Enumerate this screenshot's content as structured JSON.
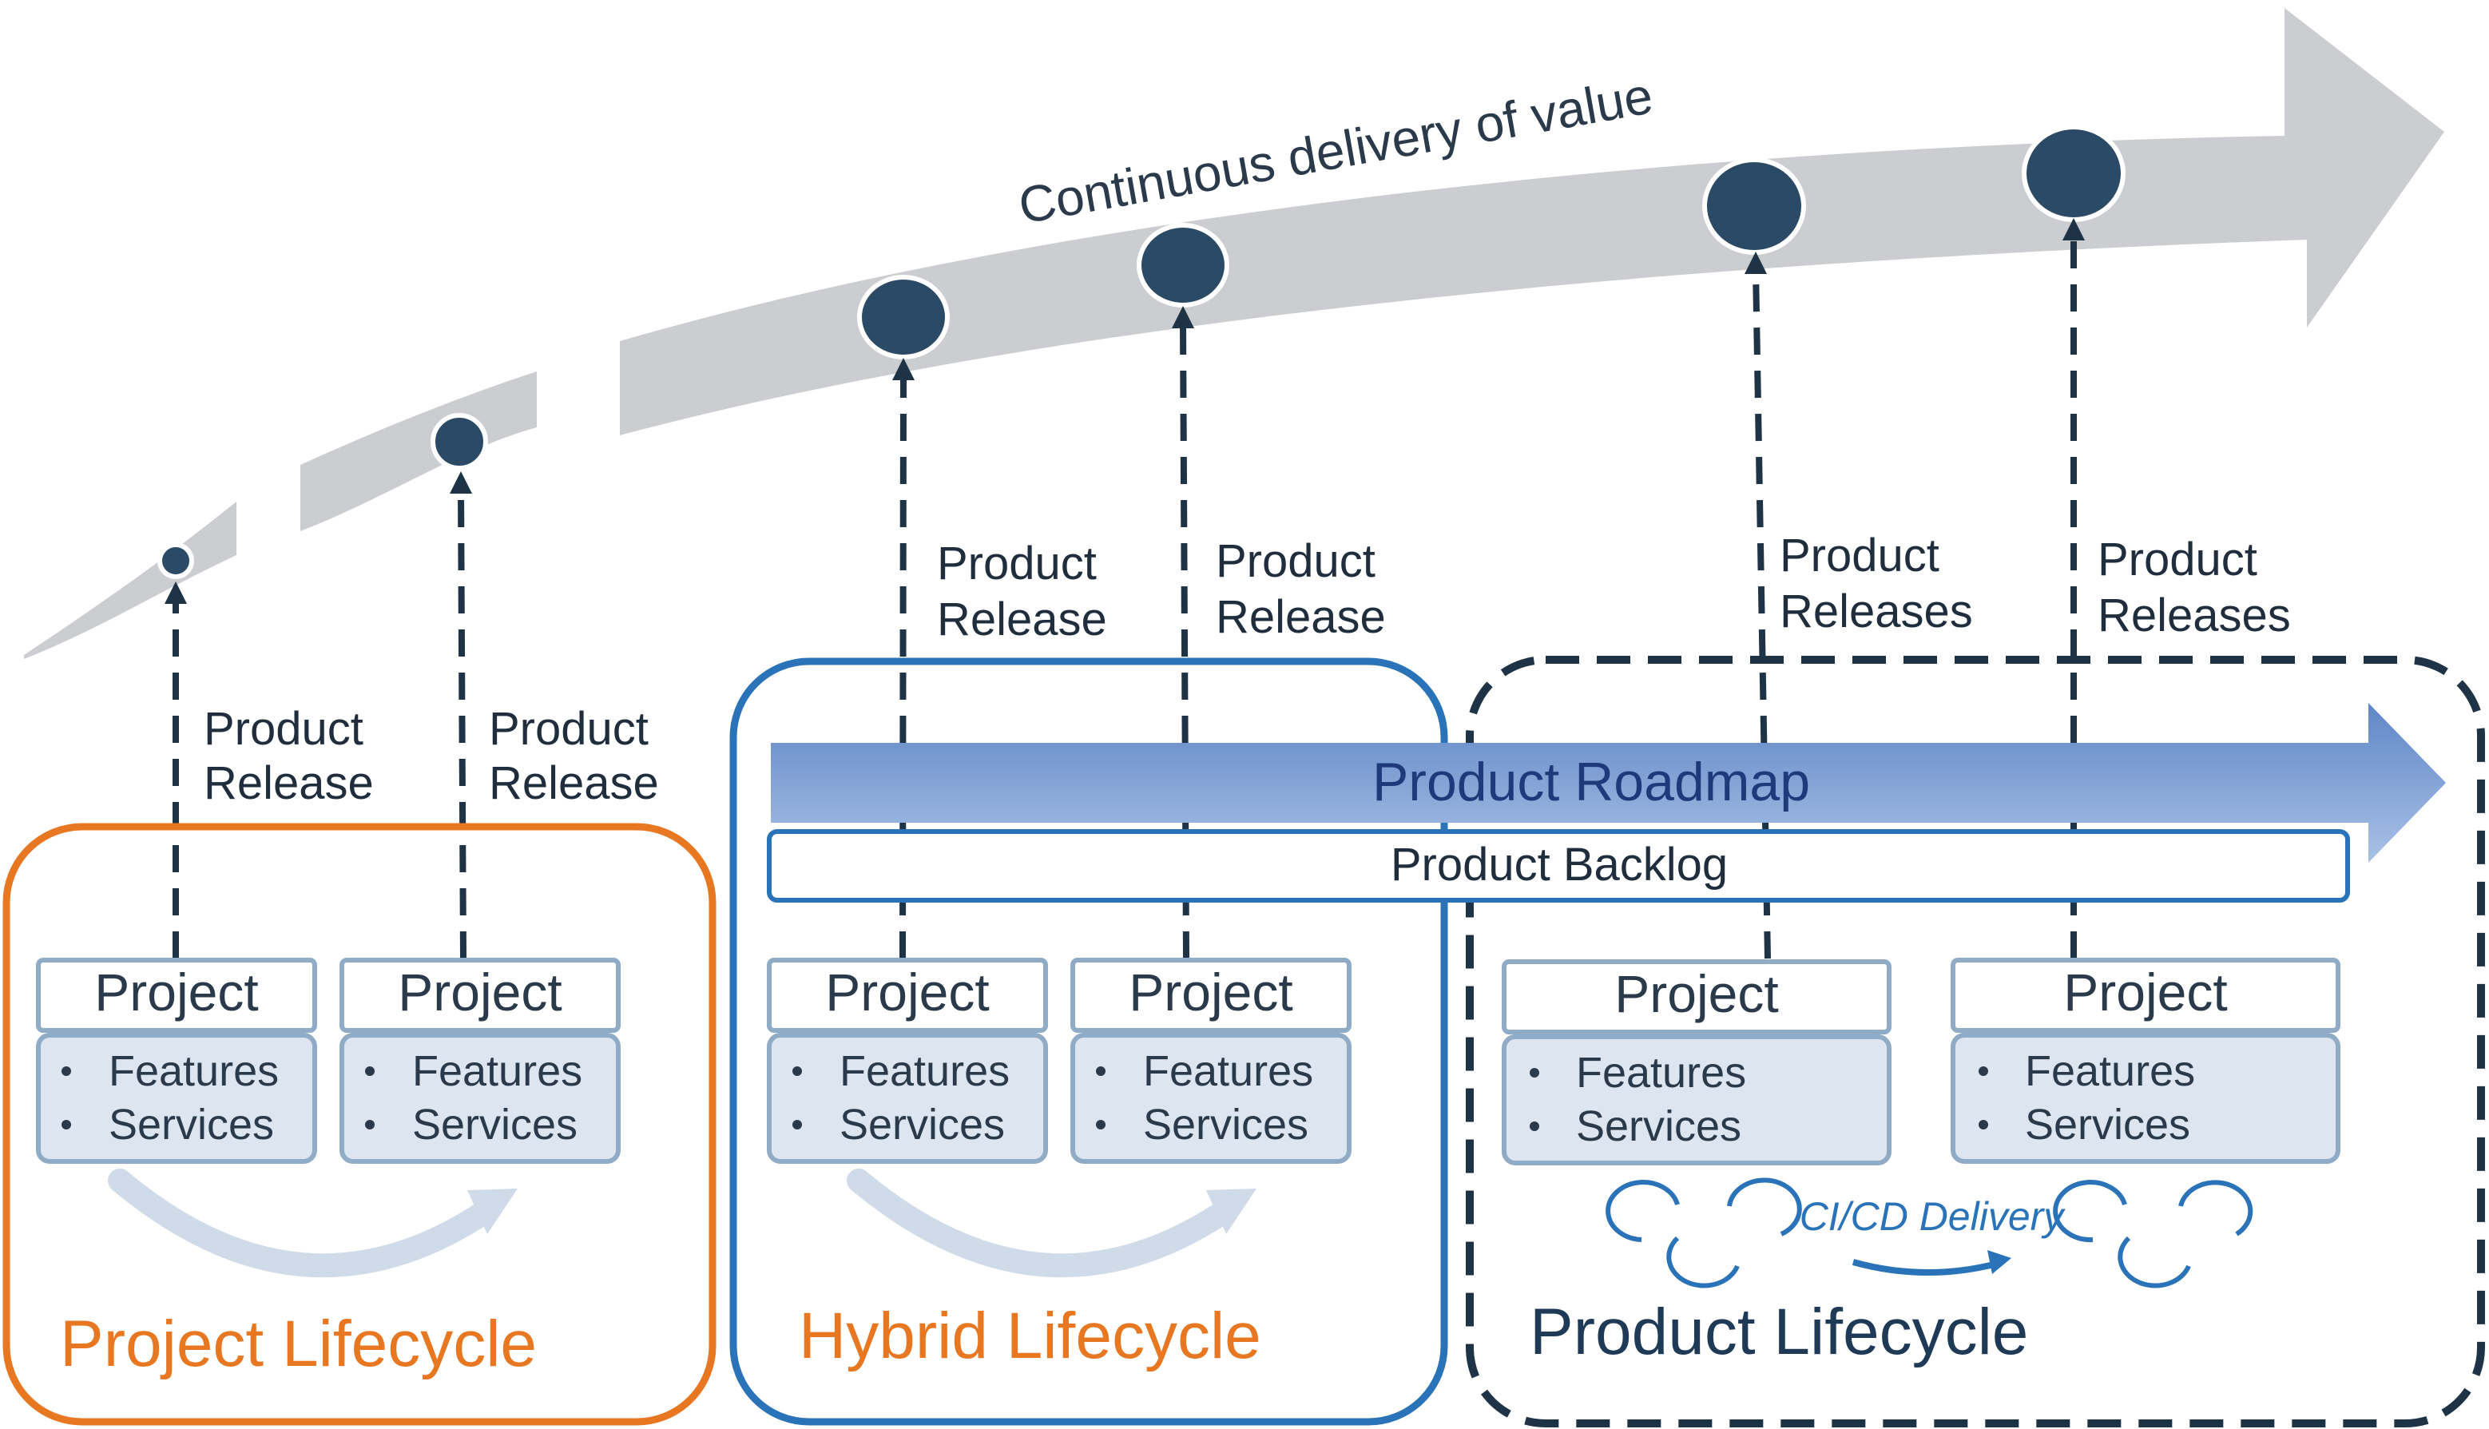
{
  "banner": {
    "label": "Continuous delivery of value",
    "colors": {
      "arrow": "#cbcdd0",
      "milestone": "#2a4a66"
    }
  },
  "release_labels": {
    "r1": [
      "Product",
      "Release"
    ],
    "r2": [
      "Product",
      "Release"
    ],
    "r3": [
      "Product",
      "Release"
    ],
    "r4": [
      "Product",
      "Release"
    ],
    "r5": [
      "Product",
      "Releases"
    ],
    "r6": [
      "Product",
      "Releases"
    ]
  },
  "roadmap": {
    "label": "Product Roadmap",
    "color": "#8aaad6"
  },
  "backlog": {
    "label": "Product Backlog"
  },
  "project_card": {
    "title": "Project",
    "items": [
      "Features",
      "Services"
    ],
    "colors": {
      "border": "#8fabc6",
      "fill": "#dde6f0"
    }
  },
  "lifecycles": {
    "project": {
      "label": "Project Lifecycle",
      "color": "#e87722"
    },
    "hybrid": {
      "label": "Hybrid Lifecycle",
      "color": "#e87722",
      "border": "#2a73b8"
    },
    "product": {
      "label": "Product Lifecycle",
      "color": "#1f3a56",
      "border": "#1f3347"
    }
  },
  "cicd": {
    "label": "CI/CD Delivery",
    "color": "#2a73b8"
  }
}
